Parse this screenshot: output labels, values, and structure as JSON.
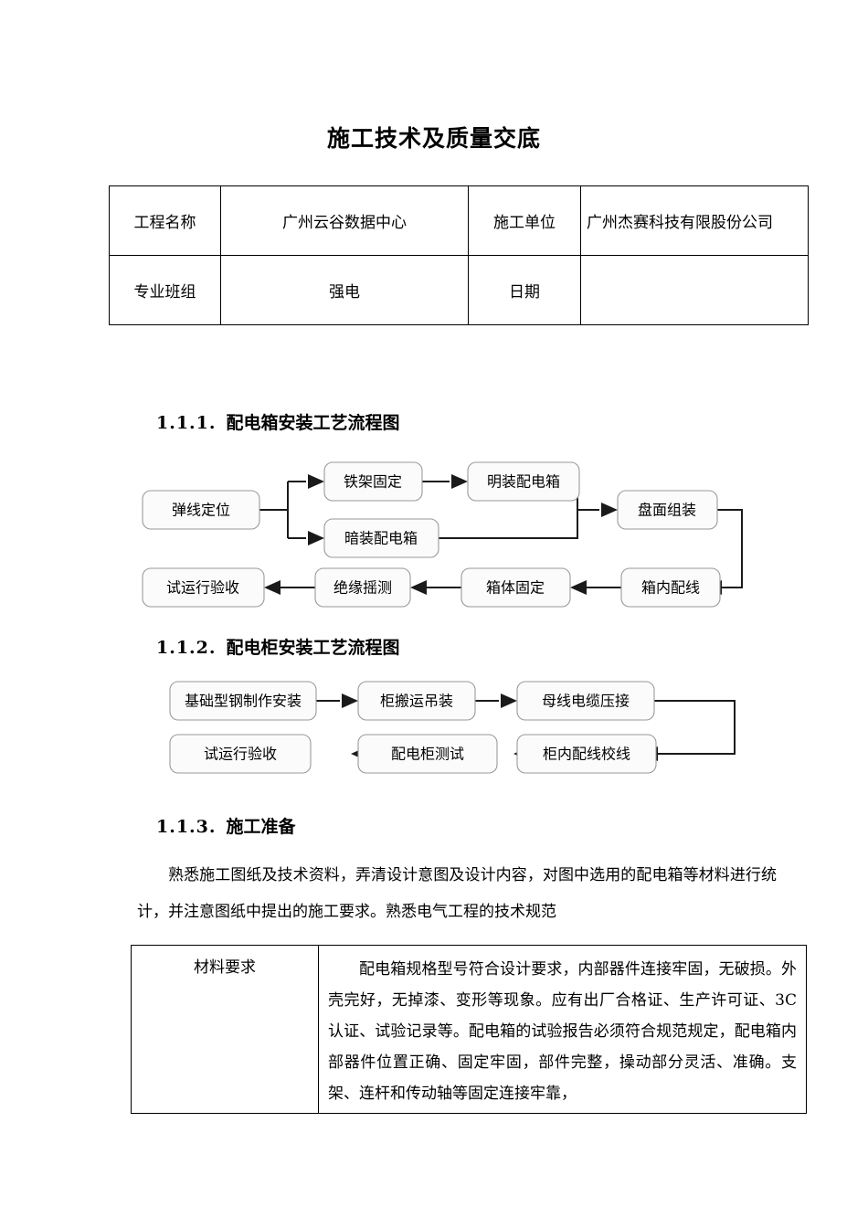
{
  "document": {
    "title": "施工技术及质量交底"
  },
  "header_table": {
    "rows": [
      {
        "label": "工程名称",
        "value": "广州云谷数据中心",
        "label2": "施工单位",
        "value2": "广州杰赛科技有限股份公司"
      },
      {
        "label": "专业班组",
        "value": "强电",
        "label2": "日期",
        "value2": ""
      }
    ]
  },
  "sections": [
    {
      "number": "1.1.1.",
      "title": "配电箱安装工艺流程图"
    },
    {
      "number": "1.1.2.",
      "title": "配电柜安装工艺流程图"
    },
    {
      "number": "1.1.3.",
      "title": "施工准备"
    }
  ],
  "flowchart_1": {
    "nodes": {
      "n1": "弹线定位",
      "n2": "铁架固定",
      "n3": "明装配电箱",
      "n4": "暗装配电箱",
      "n5": "盘面组装",
      "n6": "箱内配线",
      "n7": "箱体固定",
      "n8": "绝缘摇测",
      "n9": "试运行验收"
    }
  },
  "flowchart_2": {
    "nodes": {
      "m1": "基础型钢制作安装",
      "m2": "柜搬运吊装",
      "m3": "母线电缆压接",
      "m4": "柜内配线校线",
      "m5": "配电柜测试",
      "m6": "试运行验收"
    }
  },
  "body": {
    "paragraph": "熟悉施工图纸及技术资料，弄清设计意图及设计内容，对图中选用的配电箱等材料进行统计，并注意图纸中提出的施工要求。熟悉电气工程的技术规范"
  },
  "material_table": {
    "label": "材料要求",
    "content": "配电箱规格型号符合设计要求，内部器件连接牢固，无破损。外壳完好，无掉漆、变形等现象。应有出厂合格证、生产许可证、3C 认证、试验记录等。配电箱的试验报告必须符合规范规定，配电箱内部器件位置正确、固定牢固，部件完整，操动部分灵活、准确。支架、连杆和传动轴等固定连接牢靠，"
  },
  "colors": {
    "text": "#000000",
    "box_fill": "#fbfbfb",
    "box_stroke": "#9a9a9a",
    "line": "#1a1a1a",
    "table_border": "#000000"
  }
}
